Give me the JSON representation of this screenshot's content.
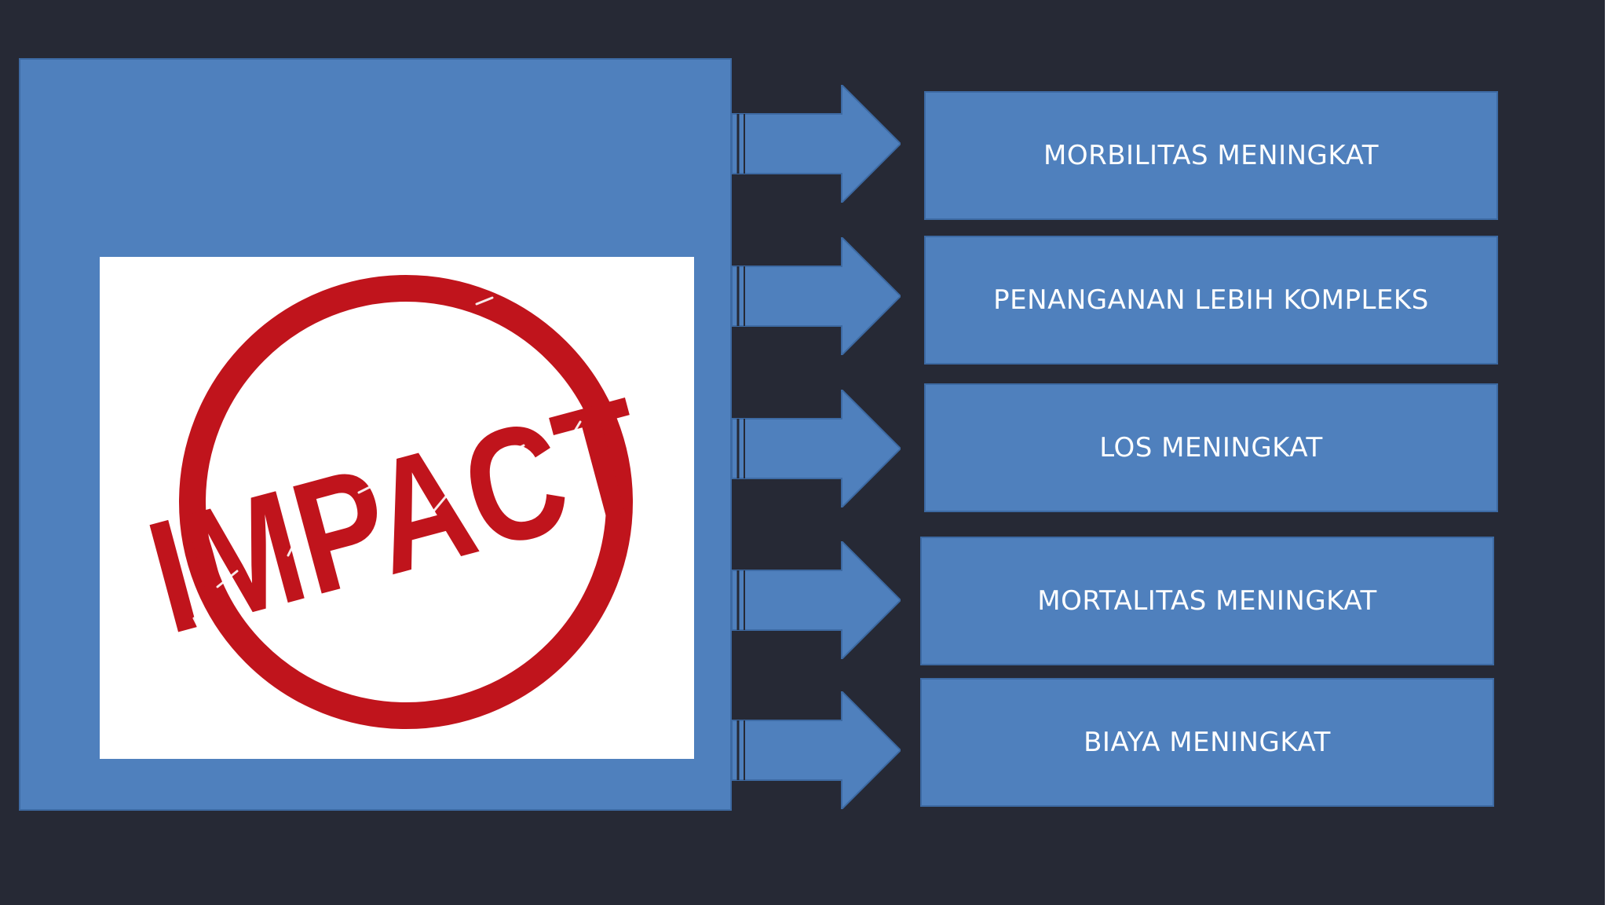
{
  "diagram": {
    "stamp_text": "IMPACT",
    "outcomes": [
      "MORBILITAS MENINGKAT",
      "PENANGANAN LEBIH KOMPLEKS",
      "LOS MENINGKAT",
      "MORTALITAS MENINGKAT",
      "BIAYA MENINGKAT"
    ]
  },
  "colors": {
    "background": "#262935",
    "box_fill": "#4f80bd",
    "stamp_red": "#c0141c",
    "label_text": "#ffffff"
  }
}
